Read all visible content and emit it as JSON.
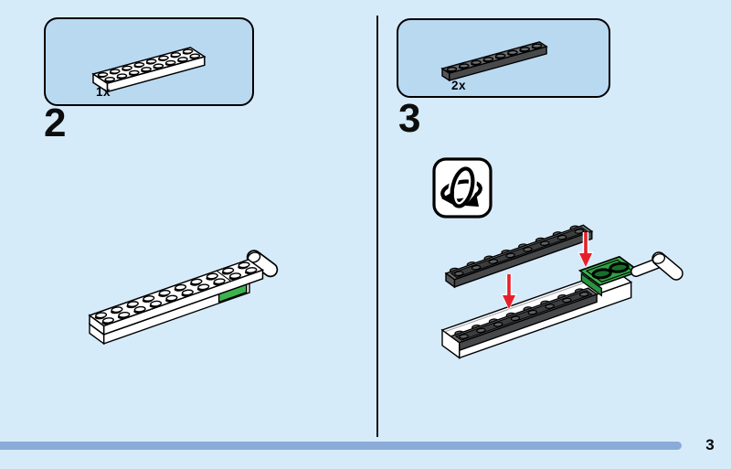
{
  "page": {
    "number_label": "3"
  },
  "steps": [
    {
      "number": "2",
      "parts": [
        {
          "count": "1x",
          "name": "white-plate-2x8"
        }
      ]
    },
    {
      "number": "3",
      "parts": [
        {
          "count": "2x",
          "name": "dark-gray-plate-1x8"
        }
      ],
      "icon": "rotate-model"
    }
  ],
  "colors": {
    "background": "#d6ebfa",
    "parts_box_fill": "#b9d9f1",
    "outline": "#000000",
    "white_piece": "#ffffff",
    "dark_gray_top": "#6a6c6e",
    "dark_gray_front": "#48494b",
    "green": "#3cb44d",
    "green_dark": "#157a2e",
    "red_arrow": "#e6202a",
    "progress_bar": "#8aabd8"
  }
}
